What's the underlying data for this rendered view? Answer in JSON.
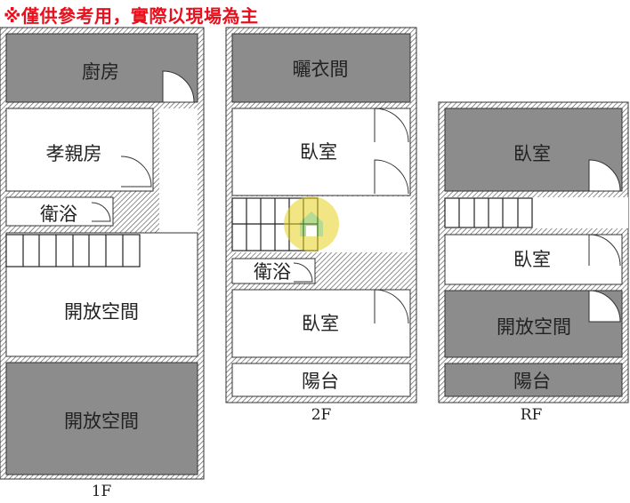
{
  "disclaimer": "※僅供參考用，實際以現場為主",
  "floors": {
    "f1": {
      "label": "1F",
      "kitchen": "廚房",
      "parents_room": "孝親房",
      "bathroom": "衛浴",
      "open_space_upper": "開放空間",
      "open_space_lower": "開放空間"
    },
    "f2": {
      "label": "2F",
      "laundry_room": "曬衣間",
      "bedroom_1": "臥室",
      "bathroom": "衛浴",
      "bedroom_2": "臥室",
      "balcony": "陽台"
    },
    "rf": {
      "label": "RF",
      "bedroom_1": "臥室",
      "bedroom_2": "臥室",
      "open_space": "開放空間",
      "balcony": "陽台"
    }
  },
  "colors": {
    "wall_hatch": "#555555",
    "shaded_room": "#8c8c8c",
    "room_fill": "#ffffff",
    "disclaimer_text": "#e8101c",
    "watermark": "#e6d21e"
  }
}
